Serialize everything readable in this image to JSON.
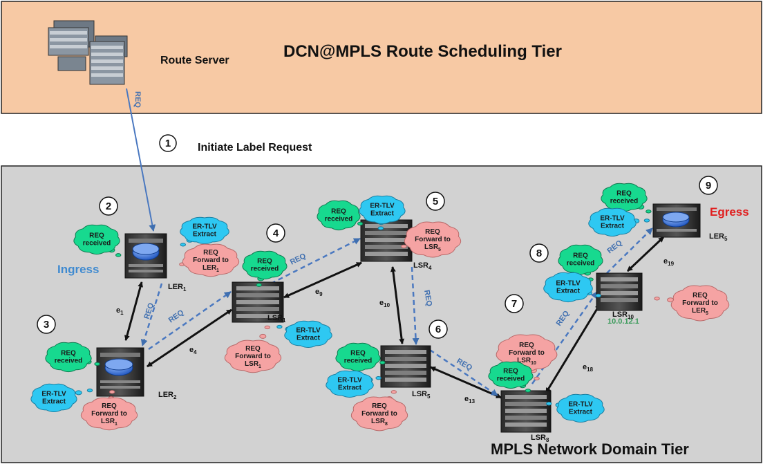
{
  "top_tier": {
    "title": "DCN@MPLS Route Scheduling Tier",
    "server_label": "Route Server",
    "req_label": "REQ"
  },
  "step1": {
    "num": "1",
    "text": "Initiate Label Request"
  },
  "bottom_tier": {
    "title": "MPLS Network Domain Tier"
  },
  "labels": {
    "ingress": "Ingress",
    "egress": "Egress",
    "ip": "10.0.12.1"
  },
  "steps": [
    "2",
    "3",
    "4",
    "5",
    "6",
    "7",
    "8",
    "9"
  ],
  "req": "REQ",
  "clouds": {
    "received": [
      "REQ",
      "received"
    ],
    "extract": [
      "ER-TLV",
      "Extract"
    ],
    "fwd_ler1": [
      "REQ",
      "Forward to",
      "LER",
      "1"
    ],
    "fwd_lsr1_a": [
      "REQ",
      "Forward to",
      "LSR",
      "1"
    ],
    "fwd_lsr1_b": [
      "REQ",
      "Forward to",
      "LSR",
      "1"
    ],
    "fwd_lsr5": [
      "REQ",
      "Forward to",
      "LSR",
      "5"
    ],
    "fwd_lsr8": [
      "REQ",
      "Forward to",
      "LSR",
      "8"
    ],
    "fwd_lsr10": [
      "REQ",
      "Forward to",
      "LSR",
      "10"
    ],
    "fwd_ler5": [
      "REQ",
      "Forward to",
      "LER",
      "5"
    ]
  },
  "nodes": {
    "ler1": {
      "base": "LER",
      "sub": "1"
    },
    "ler2": {
      "base": "LER",
      "sub": "2"
    },
    "lsr1": {
      "base": "LSR",
      "sub": "1"
    },
    "lsr4": {
      "base": "LSR",
      "sub": "4"
    },
    "lsr5": {
      "base": "LSR",
      "sub": "5"
    },
    "lsr8": {
      "base": "LSR",
      "sub": "8"
    },
    "lsr10": {
      "base": "LSR",
      "sub": "10"
    },
    "ler5": {
      "base": "LER",
      "sub": "5"
    }
  },
  "edges": {
    "e1": {
      "base": "e",
      "sub": "1"
    },
    "e4": {
      "base": "e",
      "sub": "4"
    },
    "e9": {
      "base": "e",
      "sub": "9"
    },
    "e10": {
      "base": "e",
      "sub": "10"
    },
    "e13": {
      "base": "e",
      "sub": "13"
    },
    "e18": {
      "base": "e",
      "sub": "18"
    },
    "e19": {
      "base": "e",
      "sub": "19"
    }
  },
  "colors": {
    "top_fill": "#f7c9a4",
    "bottom_fill": "#d2d2d2",
    "req_blue": "#4a78c0",
    "cloud_green": "#17d98f",
    "cloud_blue": "#2ec8f2",
    "cloud_pink": "#f5a3a3",
    "ingress": "#3f8ad0",
    "egress": "#e02020",
    "ip": "#3a9a5a"
  }
}
